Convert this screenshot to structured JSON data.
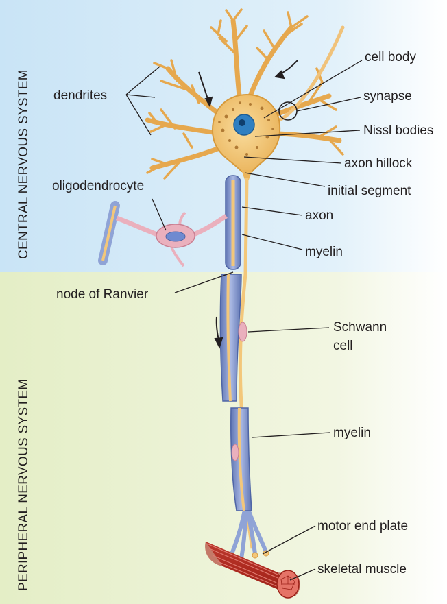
{
  "regions": {
    "cns": "CENTRAL NERVOUS SYSTEM",
    "pns": "PERIPHERAL NERVOUS SYSTEM"
  },
  "labels": {
    "dendrites": "dendrites",
    "cell_body": "cell body",
    "synapse": "synapse",
    "nissl_bodies": "Nissl bodies",
    "axon_hillock": "axon hillock",
    "initial_segment": "initial segment",
    "oligodendrocyte": "oligodendrocyte",
    "axon": "axon",
    "myelin_cns": "myelin",
    "node_of_ranvier": "node of Ranvier",
    "schwann_line1": "Schwann",
    "schwann_line2": "cell",
    "myelin_pns": "myelin",
    "motor_end_plate": "motor end plate",
    "skeletal_muscle": "skeletal muscle"
  },
  "colors": {
    "cns_bg": "#d6ecf8",
    "pns_bg": "#eaf2d2",
    "neuron": "#f3c77a",
    "neuron_edge": "#d79a3c",
    "myelin": "#8fa3d6",
    "myelin_edge": "#5f75b3",
    "nucleus": "#2f7fc1",
    "oligodendrocyte": "#eab0bd",
    "muscle": "#c0392b"
  }
}
